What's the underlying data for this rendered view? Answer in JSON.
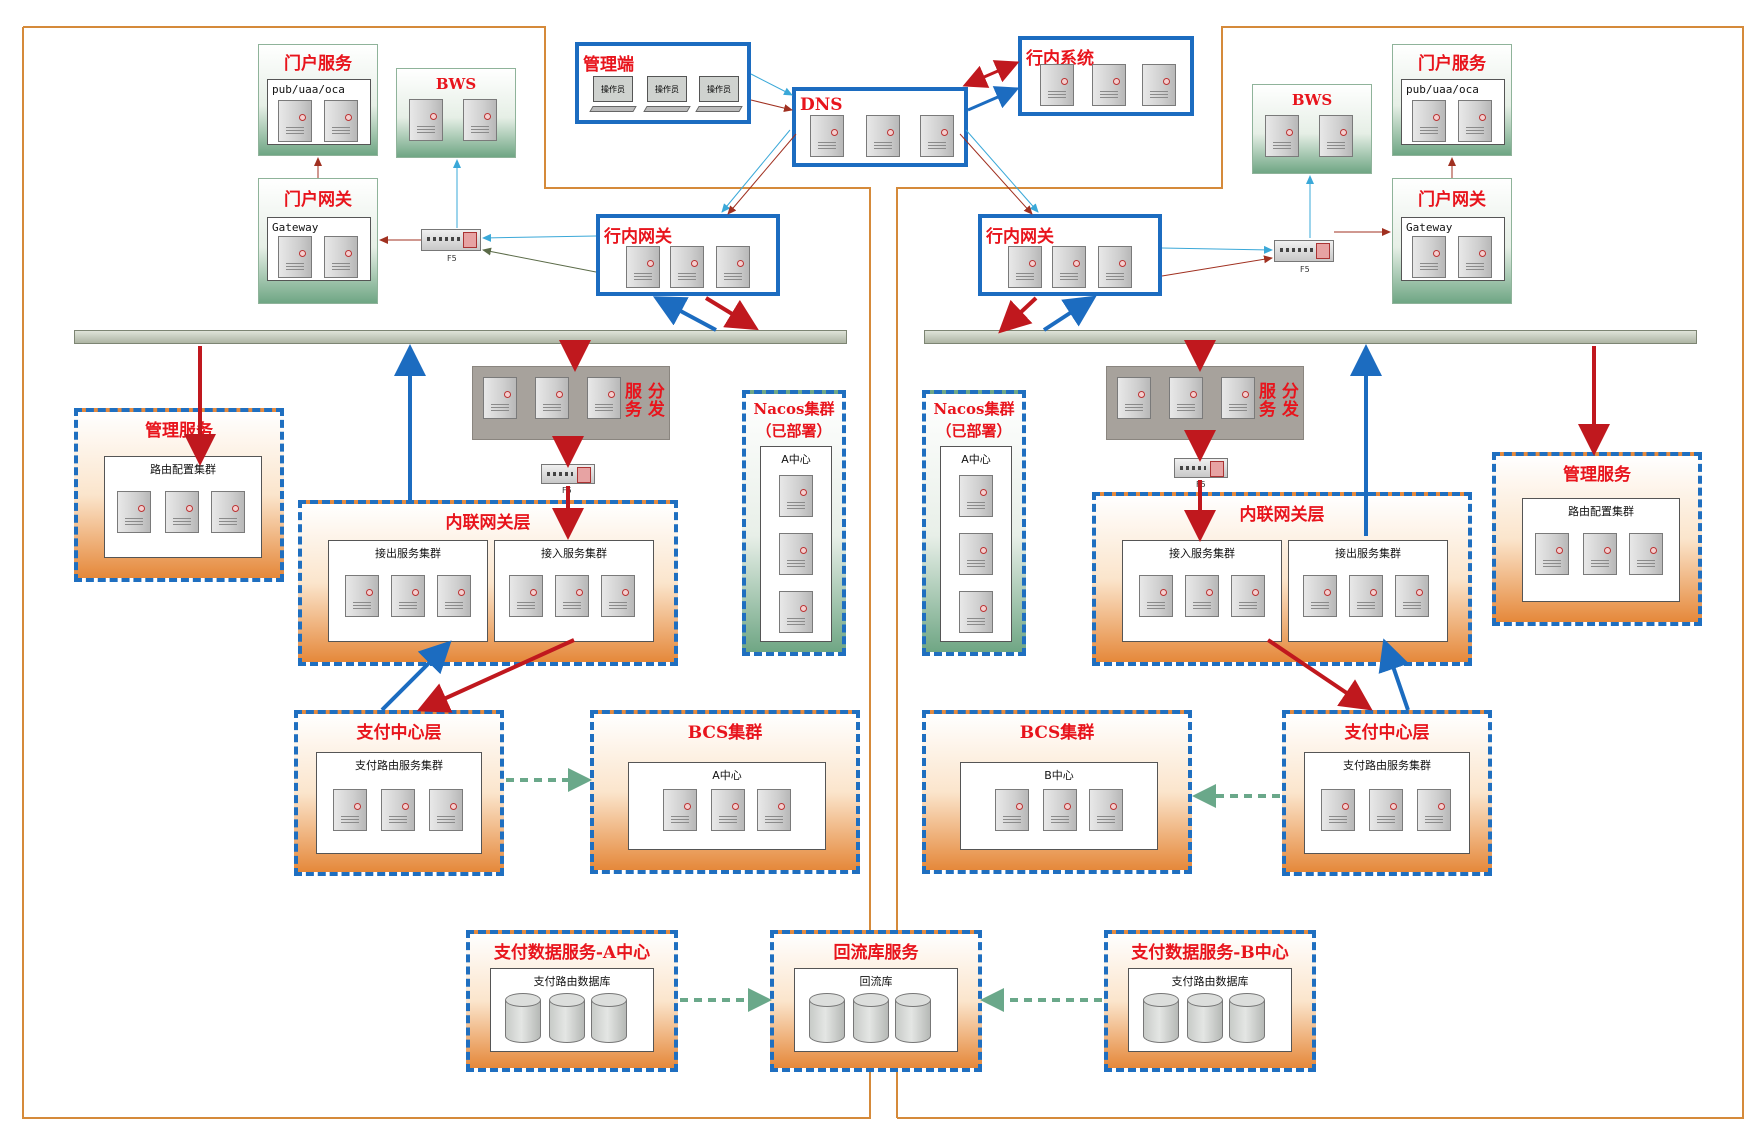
{
  "center": {
    "admin": {
      "title": "管理端",
      "operator": "操作员"
    },
    "dns": {
      "title": "DNS"
    },
    "bank_system": {
      "title": "行内系统"
    },
    "data_a": {
      "title": "支付数据服务-A中心",
      "sub": "支付路由数据库"
    },
    "backflow": {
      "title": "回流库服务",
      "sub": "回流库"
    },
    "data_b": {
      "title": "支付数据服务-B中心",
      "sub": "支付路由数据库"
    }
  },
  "left": {
    "portal_service": {
      "title": "门户服务",
      "path": "pub/uaa/oca"
    },
    "bws": {
      "title": "BWS"
    },
    "portal_gateway": {
      "title": "门户网关",
      "sub": "Gateway"
    },
    "f5": "F5",
    "bank_gateway": {
      "title": "行内网关"
    },
    "mgmt": {
      "title": "管理服务",
      "sub": "路由配置集群"
    },
    "dispatch": {
      "title1": "服 分",
      "title2": "务 发"
    },
    "f5b": "F5",
    "nacos": {
      "title1": "Nacos集群",
      "title2": "（已部署）",
      "sub": "A中心"
    },
    "inner_gw": {
      "title": "内联网关层",
      "out": "接出服务集群",
      "in": "接入服务集群"
    },
    "pay": {
      "title": "支付中心层",
      "sub": "支付路由服务集群"
    },
    "bcs": {
      "title": "BCS集群",
      "sub": "A中心"
    }
  },
  "right": {
    "portal_service": {
      "title": "门户服务",
      "path": "pub/uaa/oca"
    },
    "bws": {
      "title": "BWS"
    },
    "portal_gateway": {
      "title": "门户网关",
      "sub": "Gateway"
    },
    "f5": "F5",
    "bank_gateway": {
      "title": "行内网关"
    },
    "mgmt": {
      "title": "管理服务",
      "sub": "路由配置集群"
    },
    "dispatch": {
      "title1": "服 分",
      "title2": "务 发"
    },
    "f5b": "F5",
    "nacos": {
      "title1": "Nacos集群",
      "title2": "（已部署）",
      "sub": "A中心"
    },
    "inner_gw": {
      "title": "内联网关层",
      "in": "接入服务集群",
      "out": "接出服务集群"
    },
    "pay": {
      "title": "支付中心层",
      "sub": "支付路由服务集群"
    },
    "bcs": {
      "title": "BCS集群",
      "sub": "B中心"
    }
  },
  "colors": {
    "accent_red": "#e8141c",
    "blue": "#1c6cc0",
    "orange": "#e5883a",
    "green": "#6fa684"
  }
}
